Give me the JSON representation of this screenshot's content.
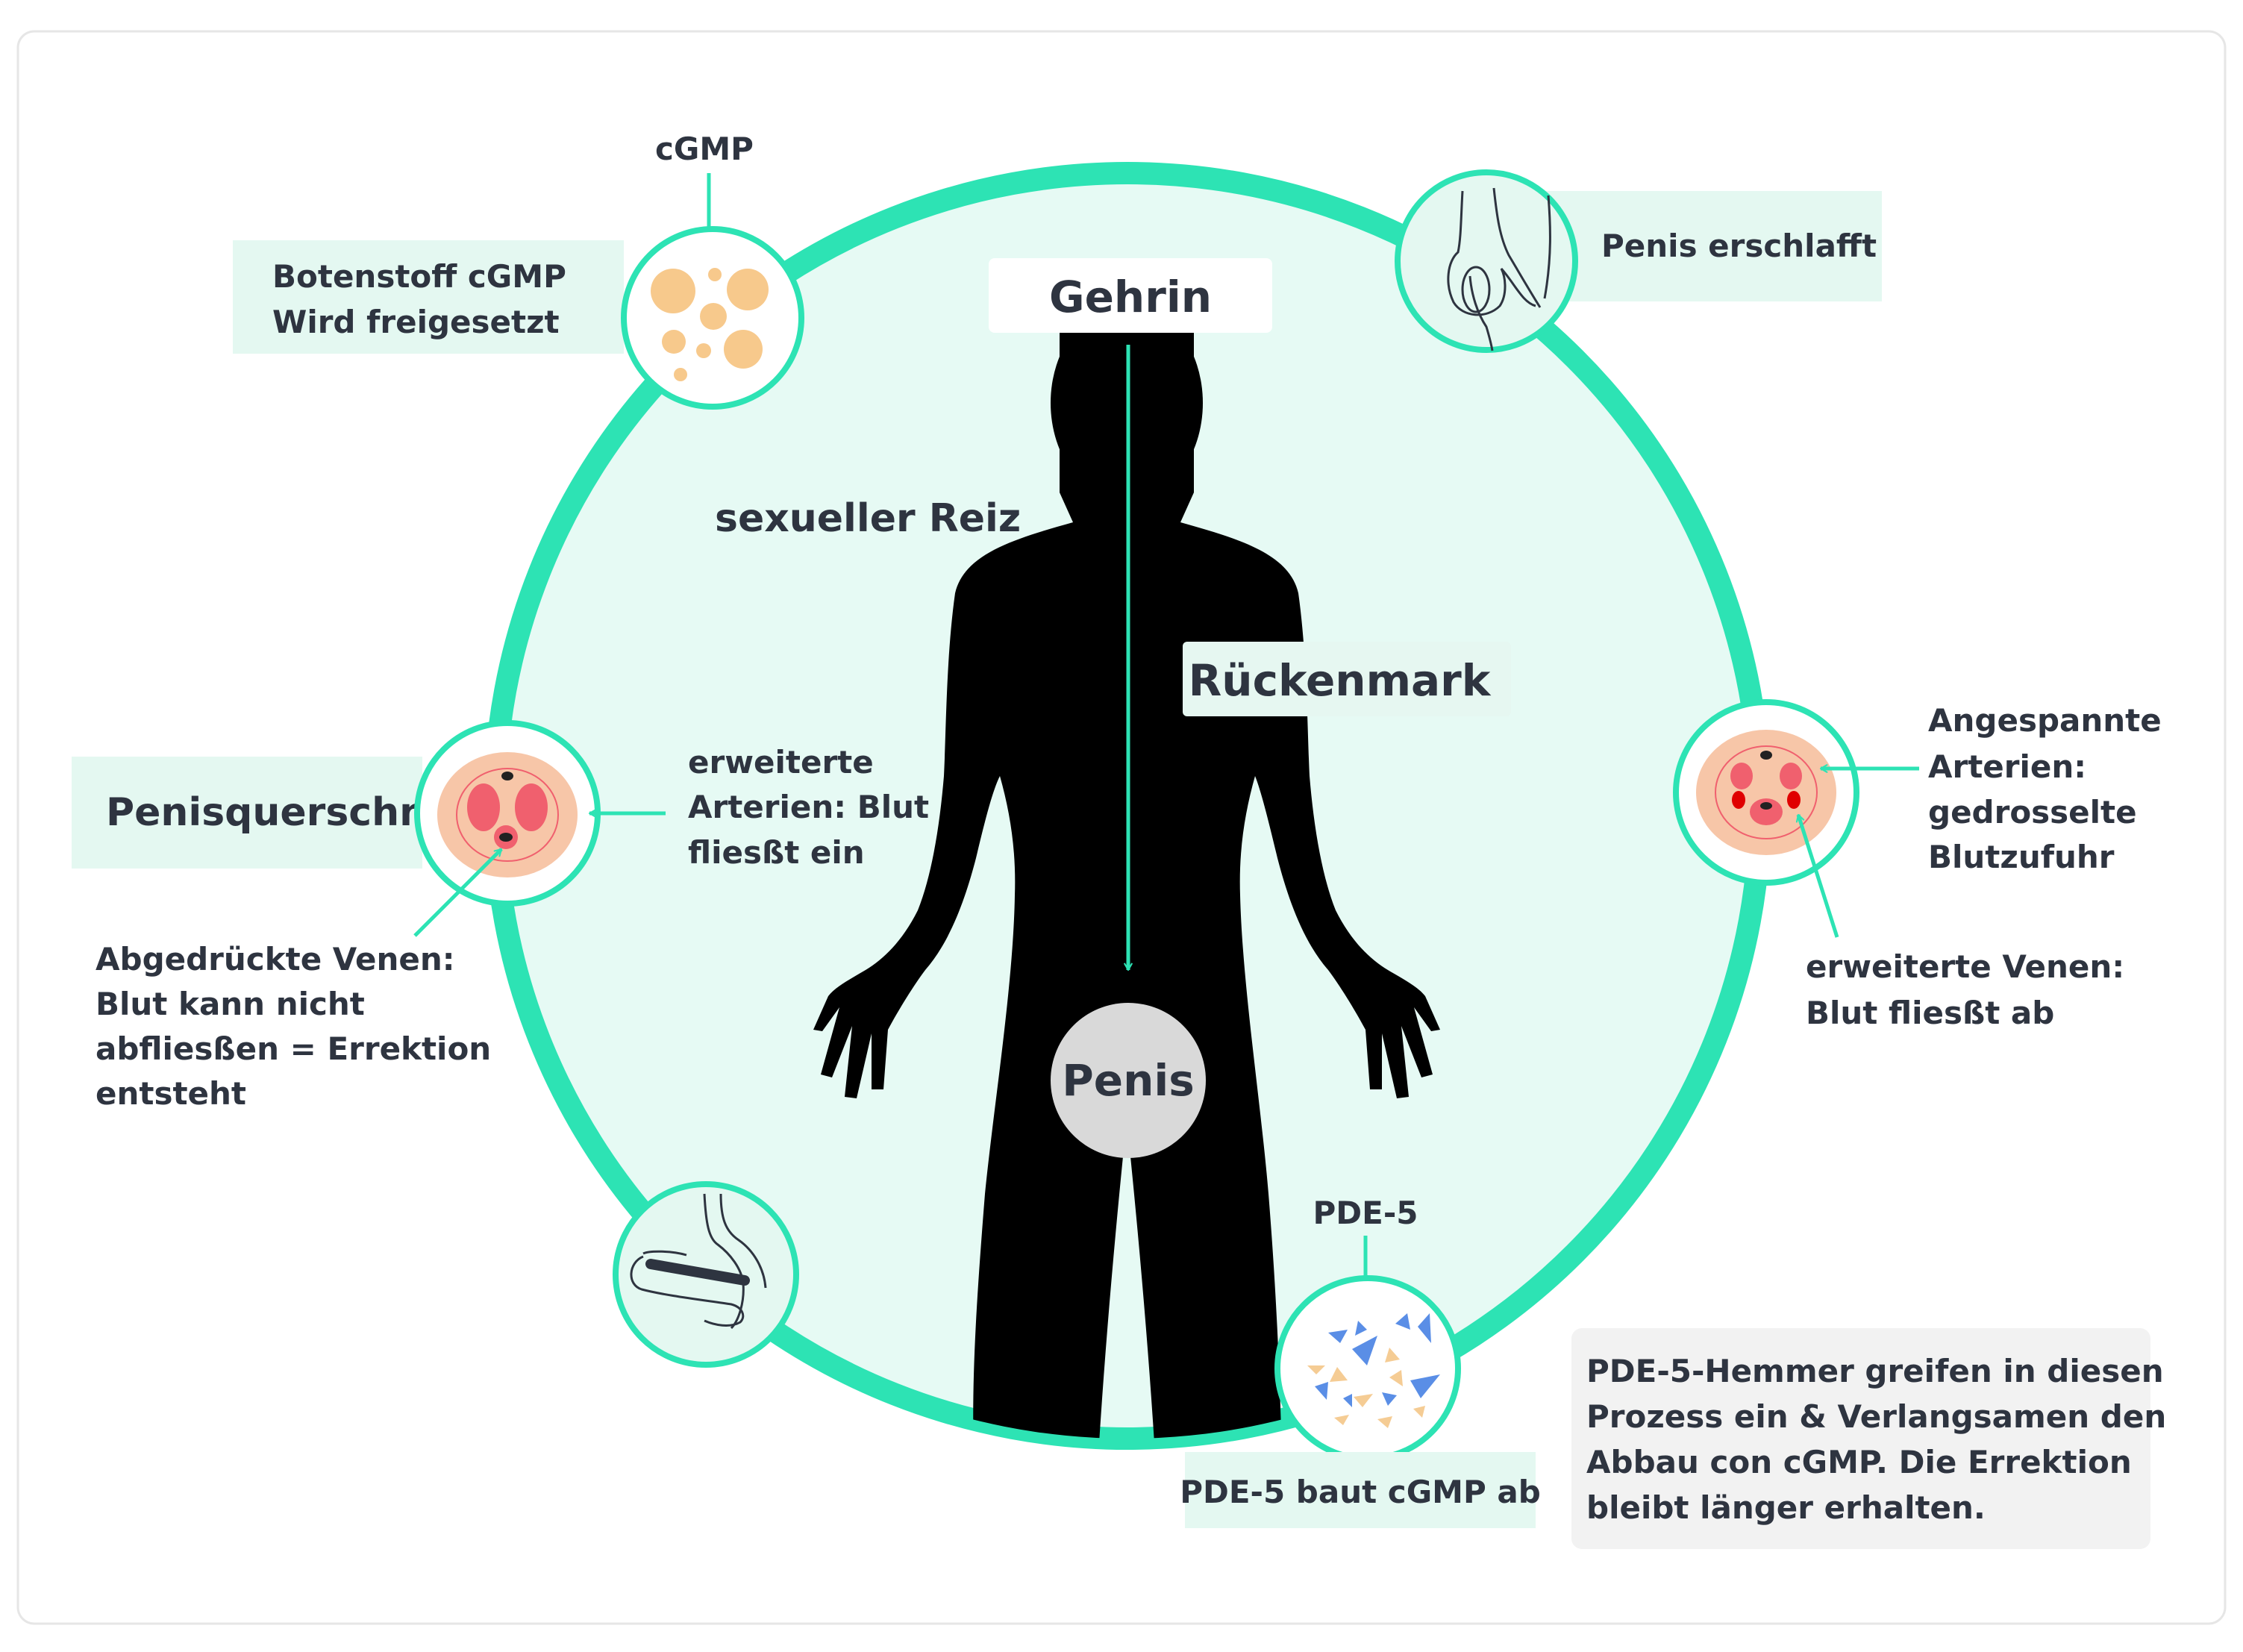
{
  "colors": {
    "accent": "#2de3b4",
    "circle_fill": "#e6faf4",
    "label_box": "#e4f8f1",
    "neutral_box": "#f2f2f2",
    "silhouette": "#000000",
    "text": "#2e3440",
    "cgmp_dots": "#f7c98c",
    "tissue": "#f7c6a8",
    "artery": "#f0606e",
    "pde_blue": "#5a8ee6",
    "pde_orange": "#f5cc94"
  },
  "body_labels": {
    "brain": "Gehrin",
    "spine": "Rückenmark",
    "penis": "Penis",
    "stimulus": "sexueller Reiz"
  },
  "cgmp": {
    "title": "cGMP",
    "box_lines": [
      "Botenstoff cGMP",
      "Wird freigesetzt"
    ]
  },
  "flaccid": {
    "label": "Penis erschlafft"
  },
  "cross_section": {
    "label": "Penisquerschnitt",
    "arteries_lines": [
      "erweiterte",
      "Arterien: Blut",
      "fliesßt ein"
    ],
    "veins_lines": [
      "Abgedrückte Venen:",
      "Blut kann nicht",
      "abfliesßen = Errektion",
      "entsteht"
    ]
  },
  "tense": {
    "arteries_lines": [
      "Angespannte",
      "Arterien:",
      "gedrosselte",
      "Blutzufuhr"
    ],
    "veins_lines": [
      "erweiterte Venen:",
      "Blut fliesßt ab"
    ]
  },
  "pde5": {
    "title": "PDE-5",
    "box_label": "PDE-5 baut cGMP ab",
    "info_lines": [
      "PDE-5-Hemmer greifen in diesen",
      "Prozess ein & Verlangsamen den",
      "Abbau con cGMP. Die Errektion",
      "bleibt länger erhalten."
    ]
  },
  "icons": {
    "cgmp": "cgmp-molecules-icon",
    "flaccid": "flaccid-penis-icon",
    "cross_section": "penis-cross-section-icon",
    "tense": "tense-cross-section-icon",
    "erect": "erect-penis-icon",
    "pde5": "pde5-enzyme-icon"
  }
}
